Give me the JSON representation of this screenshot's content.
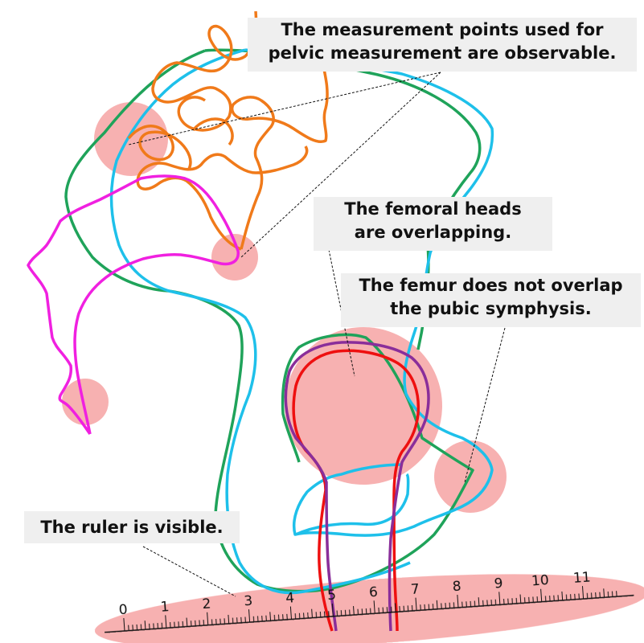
{
  "callouts": {
    "measurement": {
      "line1": "The measurement points used for",
      "line2": "pelvic measurement are observable."
    },
    "femoral_heads": {
      "line1": "The femoral heads",
      "line2": "are overlapping."
    },
    "femur": {
      "line1": "The femur does not overlap",
      "line2": "the pubic symphysis."
    },
    "ruler": {
      "line1": "The ruler is visible."
    }
  },
  "ruler": {
    "labels": [
      "0",
      "1",
      "2",
      "3",
      "4",
      "5",
      "6",
      "7",
      "8",
      "9",
      "10",
      "11"
    ]
  },
  "colors": {
    "highlight": "#f7a9a9",
    "green_outline": "#1fa35a",
    "blue_outline": "#1ec0ea",
    "orange_outline": "#f07a1a",
    "magenta_outline": "#f020e0",
    "red_outline": "#ee1010",
    "purple_outline": "#8a2e9a",
    "callout_bg": "#efefef"
  }
}
